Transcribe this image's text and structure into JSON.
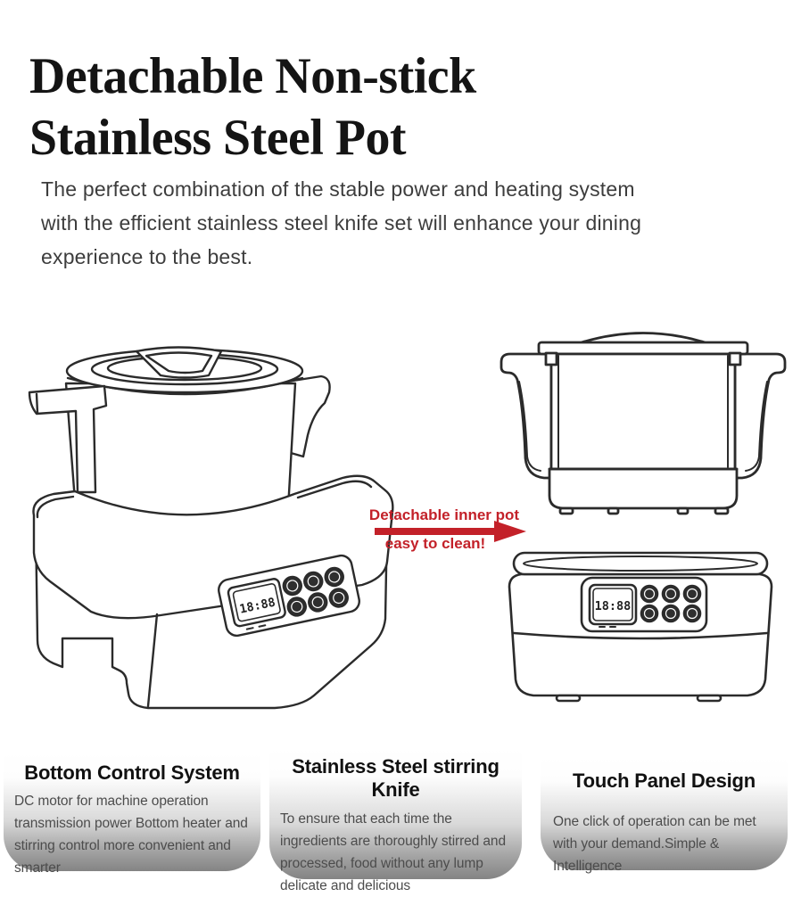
{
  "header": {
    "title_line1": "Detachable Non-stick",
    "title_line2": "Stainless Steel Pot",
    "intro_lines": [
      "The perfect combination of the stable power and heating system",
      "with the efficient stainless steel knife set will enhance your dining",
      "experience to the best."
    ]
  },
  "annotation": {
    "line1": "Detachable inner pot",
    "line2": "easy to clean!"
  },
  "illustrations": {
    "main_machine_alt": "food processor with pot and lid on base, 3/4 view line drawing",
    "inner_pot_alt": "detachable inner pot with lid and handles, front view line drawing",
    "base_unit_alt": "base unit with touch control panel, front view line drawing",
    "display_value": "18:88"
  },
  "features": [
    {
      "title": "Bottom Control System",
      "body": "DC motor for machine operation transmission power Bottom heater and stirring control more convenient and smarter"
    },
    {
      "title": "Stainless Steel stirring Knife",
      "body": "To ensure that each time the ingredients are thoroughly stirred and processed, food without any lump delicate and delicious"
    },
    {
      "title": "Touch Panel Design",
      "body": "One click of operation can be met with your demand.Simple & Intelligence"
    }
  ],
  "colors": {
    "accent_red": "#c32129",
    "line_art": "#2b2b2b",
    "heading_ink": "#141414",
    "body_gray": "#4c4c4c",
    "card_gradient_end": "#848484"
  }
}
